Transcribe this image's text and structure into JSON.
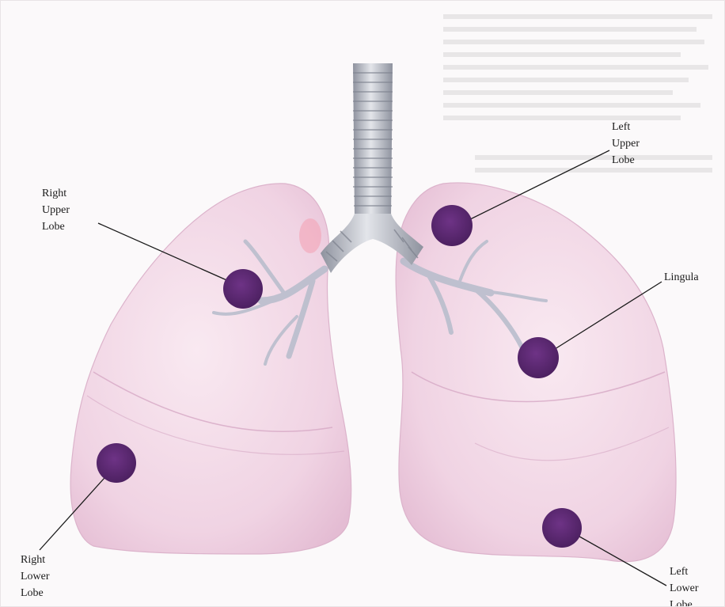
{
  "labels": {
    "right_upper": [
      "Right",
      "Upper",
      "Lobe"
    ],
    "left_upper": [
      "Left",
      "Upper",
      "Lobe"
    ],
    "lingula": [
      "Lingula"
    ],
    "right_lower": [
      "Right",
      "Lower",
      "Lobe"
    ],
    "left_lower": [
      "Left",
      "Lower",
      "Lobe"
    ]
  },
  "colors": {
    "lung_fill": "#f2d9e8",
    "lung_shadow": "#e6c2d8",
    "marker": "#5c2a72",
    "trachea": "#b9bcc6",
    "leader_line": "#1a1a1a"
  }
}
